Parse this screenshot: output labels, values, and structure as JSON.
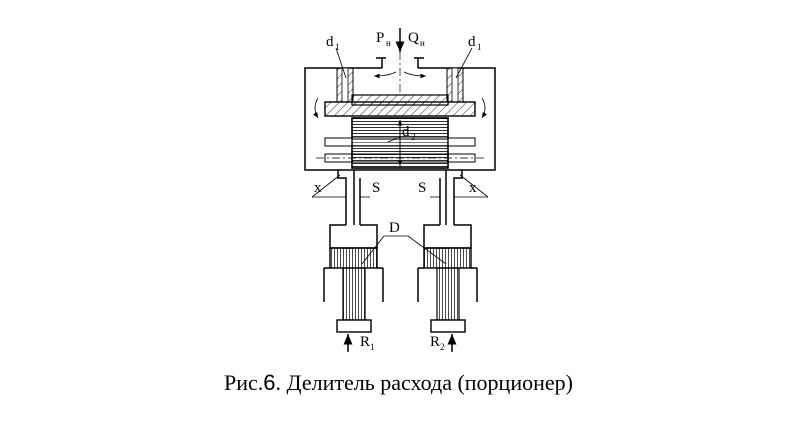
{
  "labels": {
    "pressure": "P",
    "pressure_sub": "н",
    "flow": "Q",
    "flow_sub": "н",
    "d1_left": "d",
    "d1_left_sub": "1",
    "d1_right": "d",
    "d1_right_sub": "1",
    "d2": "d",
    "d2_sub": "2",
    "x_left": "x",
    "x_right": "x",
    "s_left": "S",
    "s_right": "S",
    "d_big": "D",
    "r1": "R",
    "r1_sub": "1",
    "r2": "R",
    "r2_sub": "2"
  },
  "caption": {
    "prefix": "Рис.",
    "number": "6",
    "title": ". Делитель расхода (порционер)"
  }
}
